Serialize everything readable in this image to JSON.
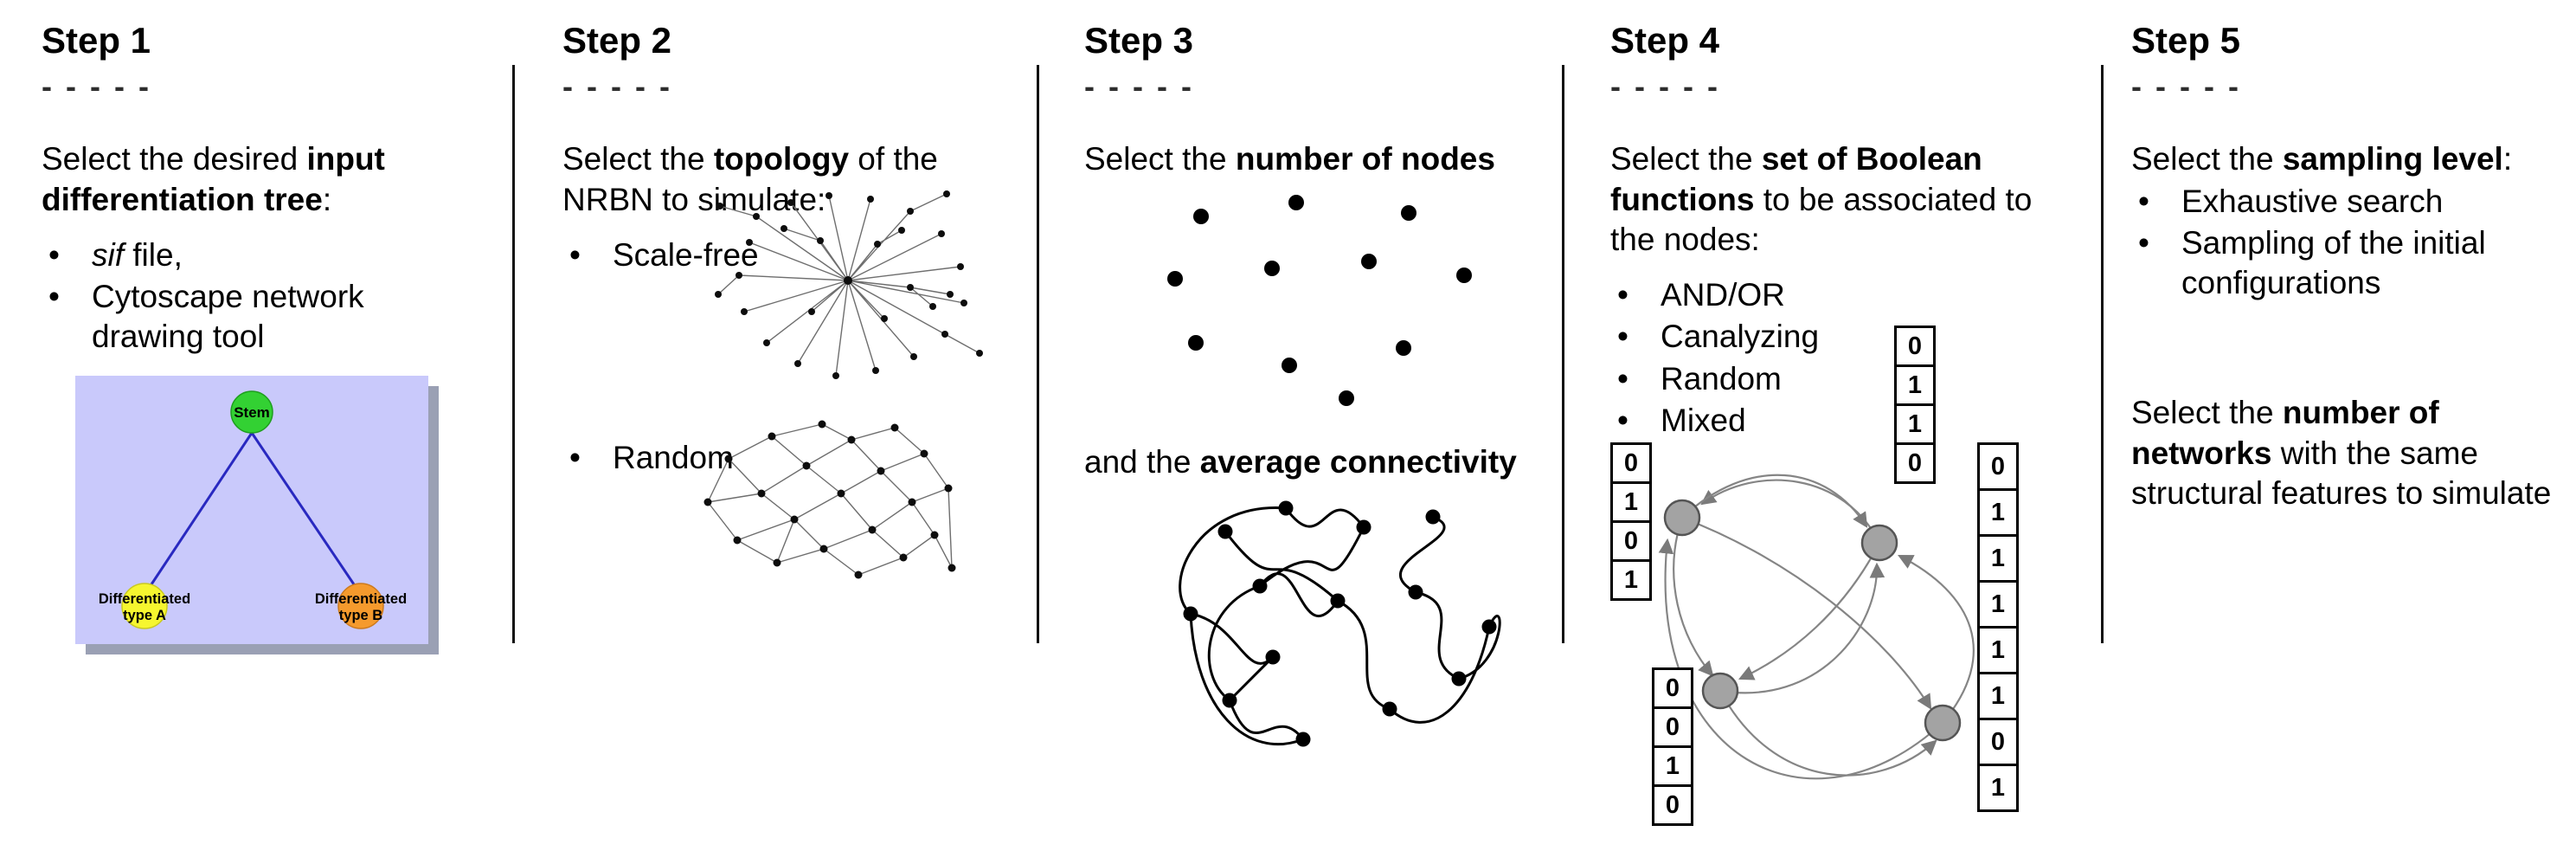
{
  "figure": {
    "colors": {
      "tree_background": "#c9c9fb",
      "tree_shadow": "#9aa0b4",
      "stem_green": "#33d133",
      "type_a_yellow": "#f6f62f",
      "type_b_orange": "#f59a2d",
      "tree_edge_blue": "#2929c0",
      "network_node_gray": "#a3a3a3"
    },
    "steps": [
      {
        "title": "Step 1",
        "dashes": "- - - - -",
        "text": {
          "pre": "Select the desired ",
          "bold": "input differentiation tree",
          "post": ":"
        },
        "bullets": [
          {
            "italic": "sif",
            "rest": " file,"
          },
          {
            "rest": "Cytoscape network drawing tool"
          }
        ],
        "tree": {
          "root_label": "Stem",
          "left_label_line1": "Differentiated",
          "left_label_line2": "type A",
          "right_label_line1": "Differentiated",
          "right_label_line2": "type B"
        }
      },
      {
        "title": "Step 2",
        "dashes": "- - - - -",
        "text": {
          "pre": "Select the ",
          "bold": "topology",
          "post": " of the NRBN to simulate:"
        },
        "bullets": [
          "Scale-free",
          "Random"
        ]
      },
      {
        "title": "Step 3",
        "dashes": "- - - - -",
        "text1": {
          "pre": "Select the ",
          "bold": "number of nodes",
          "post": ""
        },
        "text2": {
          "pre": "and the ",
          "bold": "average connectivity",
          "post": ""
        }
      },
      {
        "title": "Step 4",
        "dashes": "- - - - -",
        "text": {
          "pre": "Select the ",
          "bold": "set of Boolean functions",
          "post": " to be associated to the nodes:"
        },
        "bullets": [
          "AND/OR",
          "Canalyzing",
          "Random",
          "Mixed"
        ],
        "tables": {
          "left": [
            "0",
            "1",
            "0",
            "1"
          ],
          "top": [
            "0",
            "1",
            "1",
            "0"
          ],
          "bottom_left": [
            "0",
            "0",
            "1",
            "0"
          ],
          "right": [
            "0",
            "1",
            "1",
            "1",
            "1",
            "1",
            "0",
            "1"
          ]
        }
      },
      {
        "title": "Step 5",
        "dashes": "- - - - -",
        "text1": {
          "pre": "Select the ",
          "bold": "sampling level",
          "post": ":"
        },
        "bullets": [
          "Exhaustive search",
          "Sampling of the initial configurations"
        ],
        "text2": {
          "pre": "Select the ",
          "bold": "number of networks",
          "post": " with the same structural features to simulate"
        }
      }
    ]
  }
}
